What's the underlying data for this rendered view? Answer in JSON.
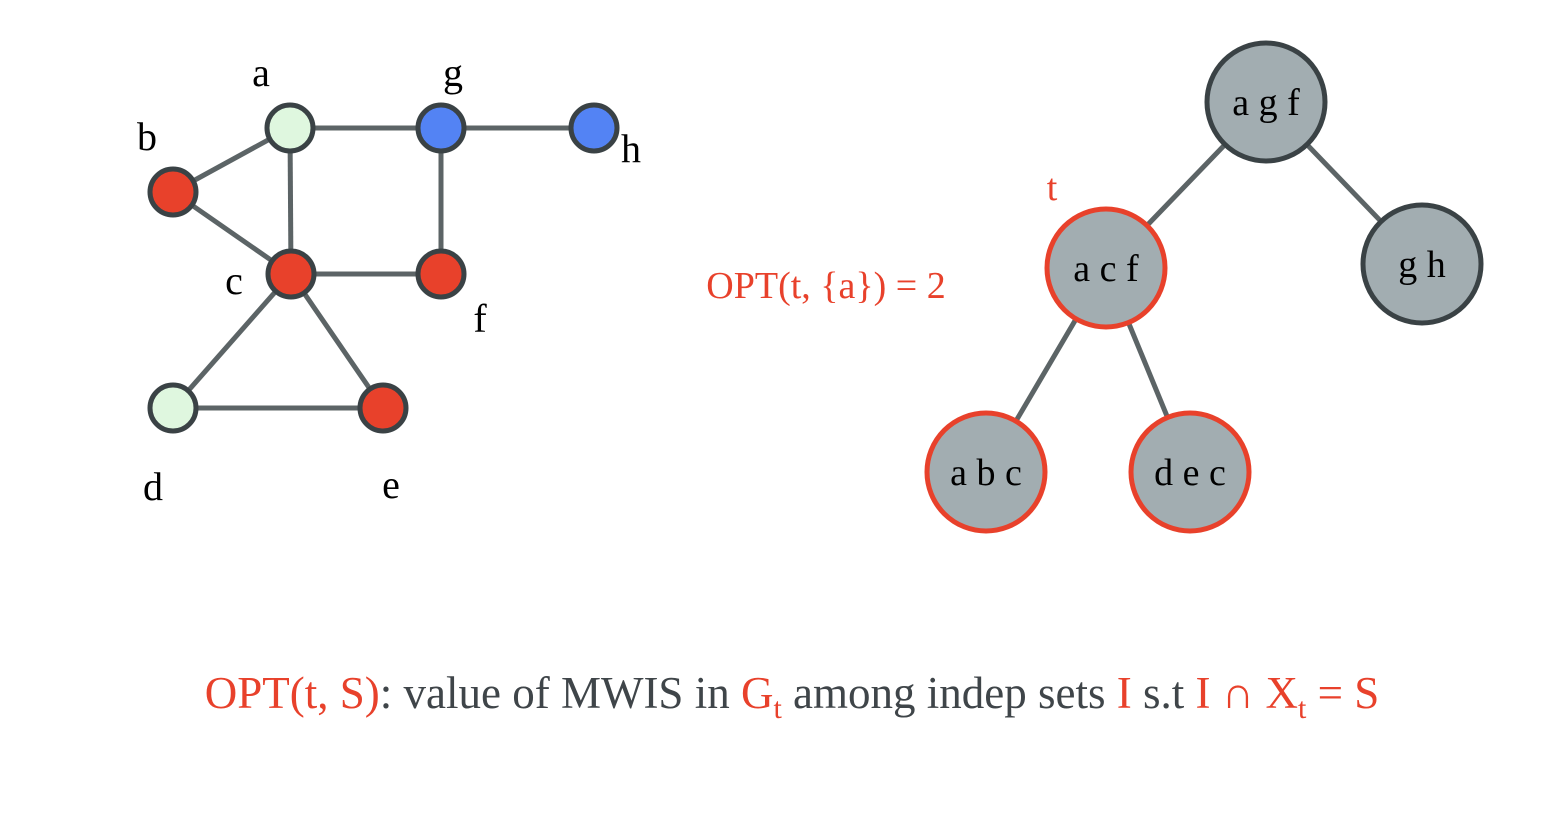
{
  "colors": {
    "edge": "#5c6466",
    "node_stroke": "#3a4245",
    "red": "#e8412b",
    "blue": "#5383f4",
    "light_green": "#dff7df",
    "gray_fill": "#a2adb1",
    "text_dark": "#3f4549"
  },
  "graph": {
    "vertices": [
      {
        "id": "a",
        "label": "a",
        "color": "light_green"
      },
      {
        "id": "g",
        "label": "g",
        "color": "blue"
      },
      {
        "id": "h",
        "label": "h",
        "color": "blue"
      },
      {
        "id": "b",
        "label": "b",
        "color": "red"
      },
      {
        "id": "c",
        "label": "c",
        "color": "red"
      },
      {
        "id": "f",
        "label": "f",
        "color": "red"
      },
      {
        "id": "d",
        "label": "d",
        "color": "light_green"
      },
      {
        "id": "e",
        "label": "e",
        "color": "red"
      }
    ],
    "edges": [
      [
        "a",
        "g"
      ],
      [
        "g",
        "h"
      ],
      [
        "b",
        "a"
      ],
      [
        "b",
        "c"
      ],
      [
        "a",
        "c"
      ],
      [
        "g",
        "f"
      ],
      [
        "c",
        "f"
      ],
      [
        "c",
        "d"
      ],
      [
        "c",
        "e"
      ],
      [
        "d",
        "e"
      ]
    ]
  },
  "tree": {
    "nodes": [
      {
        "id": "agf",
        "label": "a g f",
        "highlight": false
      },
      {
        "id": "acf",
        "label": "a c f",
        "highlight": true
      },
      {
        "id": "gh",
        "label": "g h",
        "highlight": false
      },
      {
        "id": "abc",
        "label": "a b c",
        "highlight": true
      },
      {
        "id": "dec",
        "label": "d e c",
        "highlight": true
      }
    ],
    "edges": [
      [
        "agf",
        "acf"
      ],
      [
        "agf",
        "gh"
      ],
      [
        "acf",
        "abc"
      ],
      [
        "acf",
        "dec"
      ]
    ],
    "t_label": "t"
  },
  "annotation": {
    "opt_value": "OPT(t,  {a}) = 2"
  },
  "definition": {
    "opt_ts": "OPT(t, S)",
    "colon_text": ": value of MWIS in ",
    "G": "G",
    "G_sub": "t",
    "among_text": " among indep sets ",
    "I1": "I",
    "st_text": " s.t ",
    "I_cap": "I ∩ X",
    "X_sub": "t",
    "eq_S": " = S"
  }
}
